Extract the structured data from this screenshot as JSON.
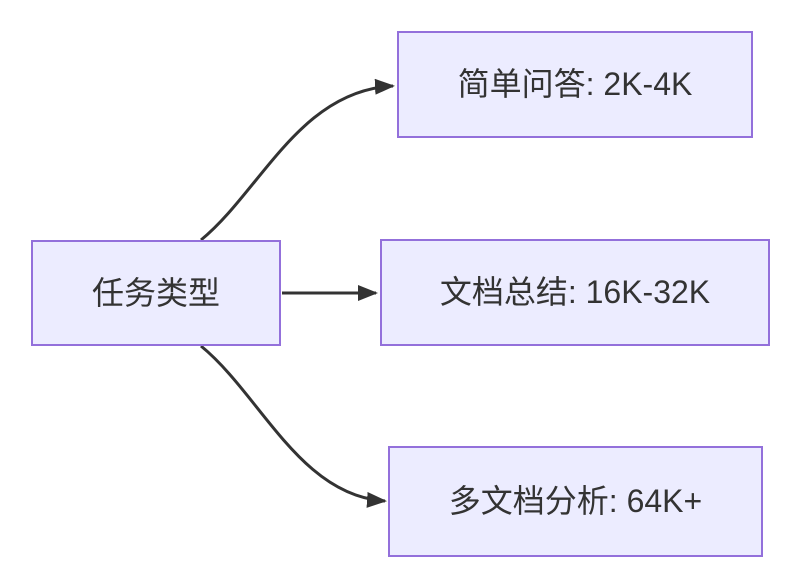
{
  "diagram": {
    "type": "flowchart",
    "direction": "left-to-right",
    "nodes": [
      {
        "id": "task-type",
        "label": "任务类型"
      },
      {
        "id": "simple-qa",
        "label": "简单问答: 2K-4K"
      },
      {
        "id": "doc-summary",
        "label": "文档总结: 16K-32K"
      },
      {
        "id": "multi-doc-analysis",
        "label": "多文档分析: 64K+"
      }
    ],
    "edges": [
      {
        "from": "task-type",
        "to": "simple-qa"
      },
      {
        "from": "task-type",
        "to": "doc-summary"
      },
      {
        "from": "task-type",
        "to": "multi-doc-analysis"
      }
    ],
    "style": {
      "node_fill": "#ECECFF",
      "node_border": "#9370DB",
      "edge_color": "#333333",
      "text_color": "#333333",
      "background": "#FFFFFF"
    }
  }
}
